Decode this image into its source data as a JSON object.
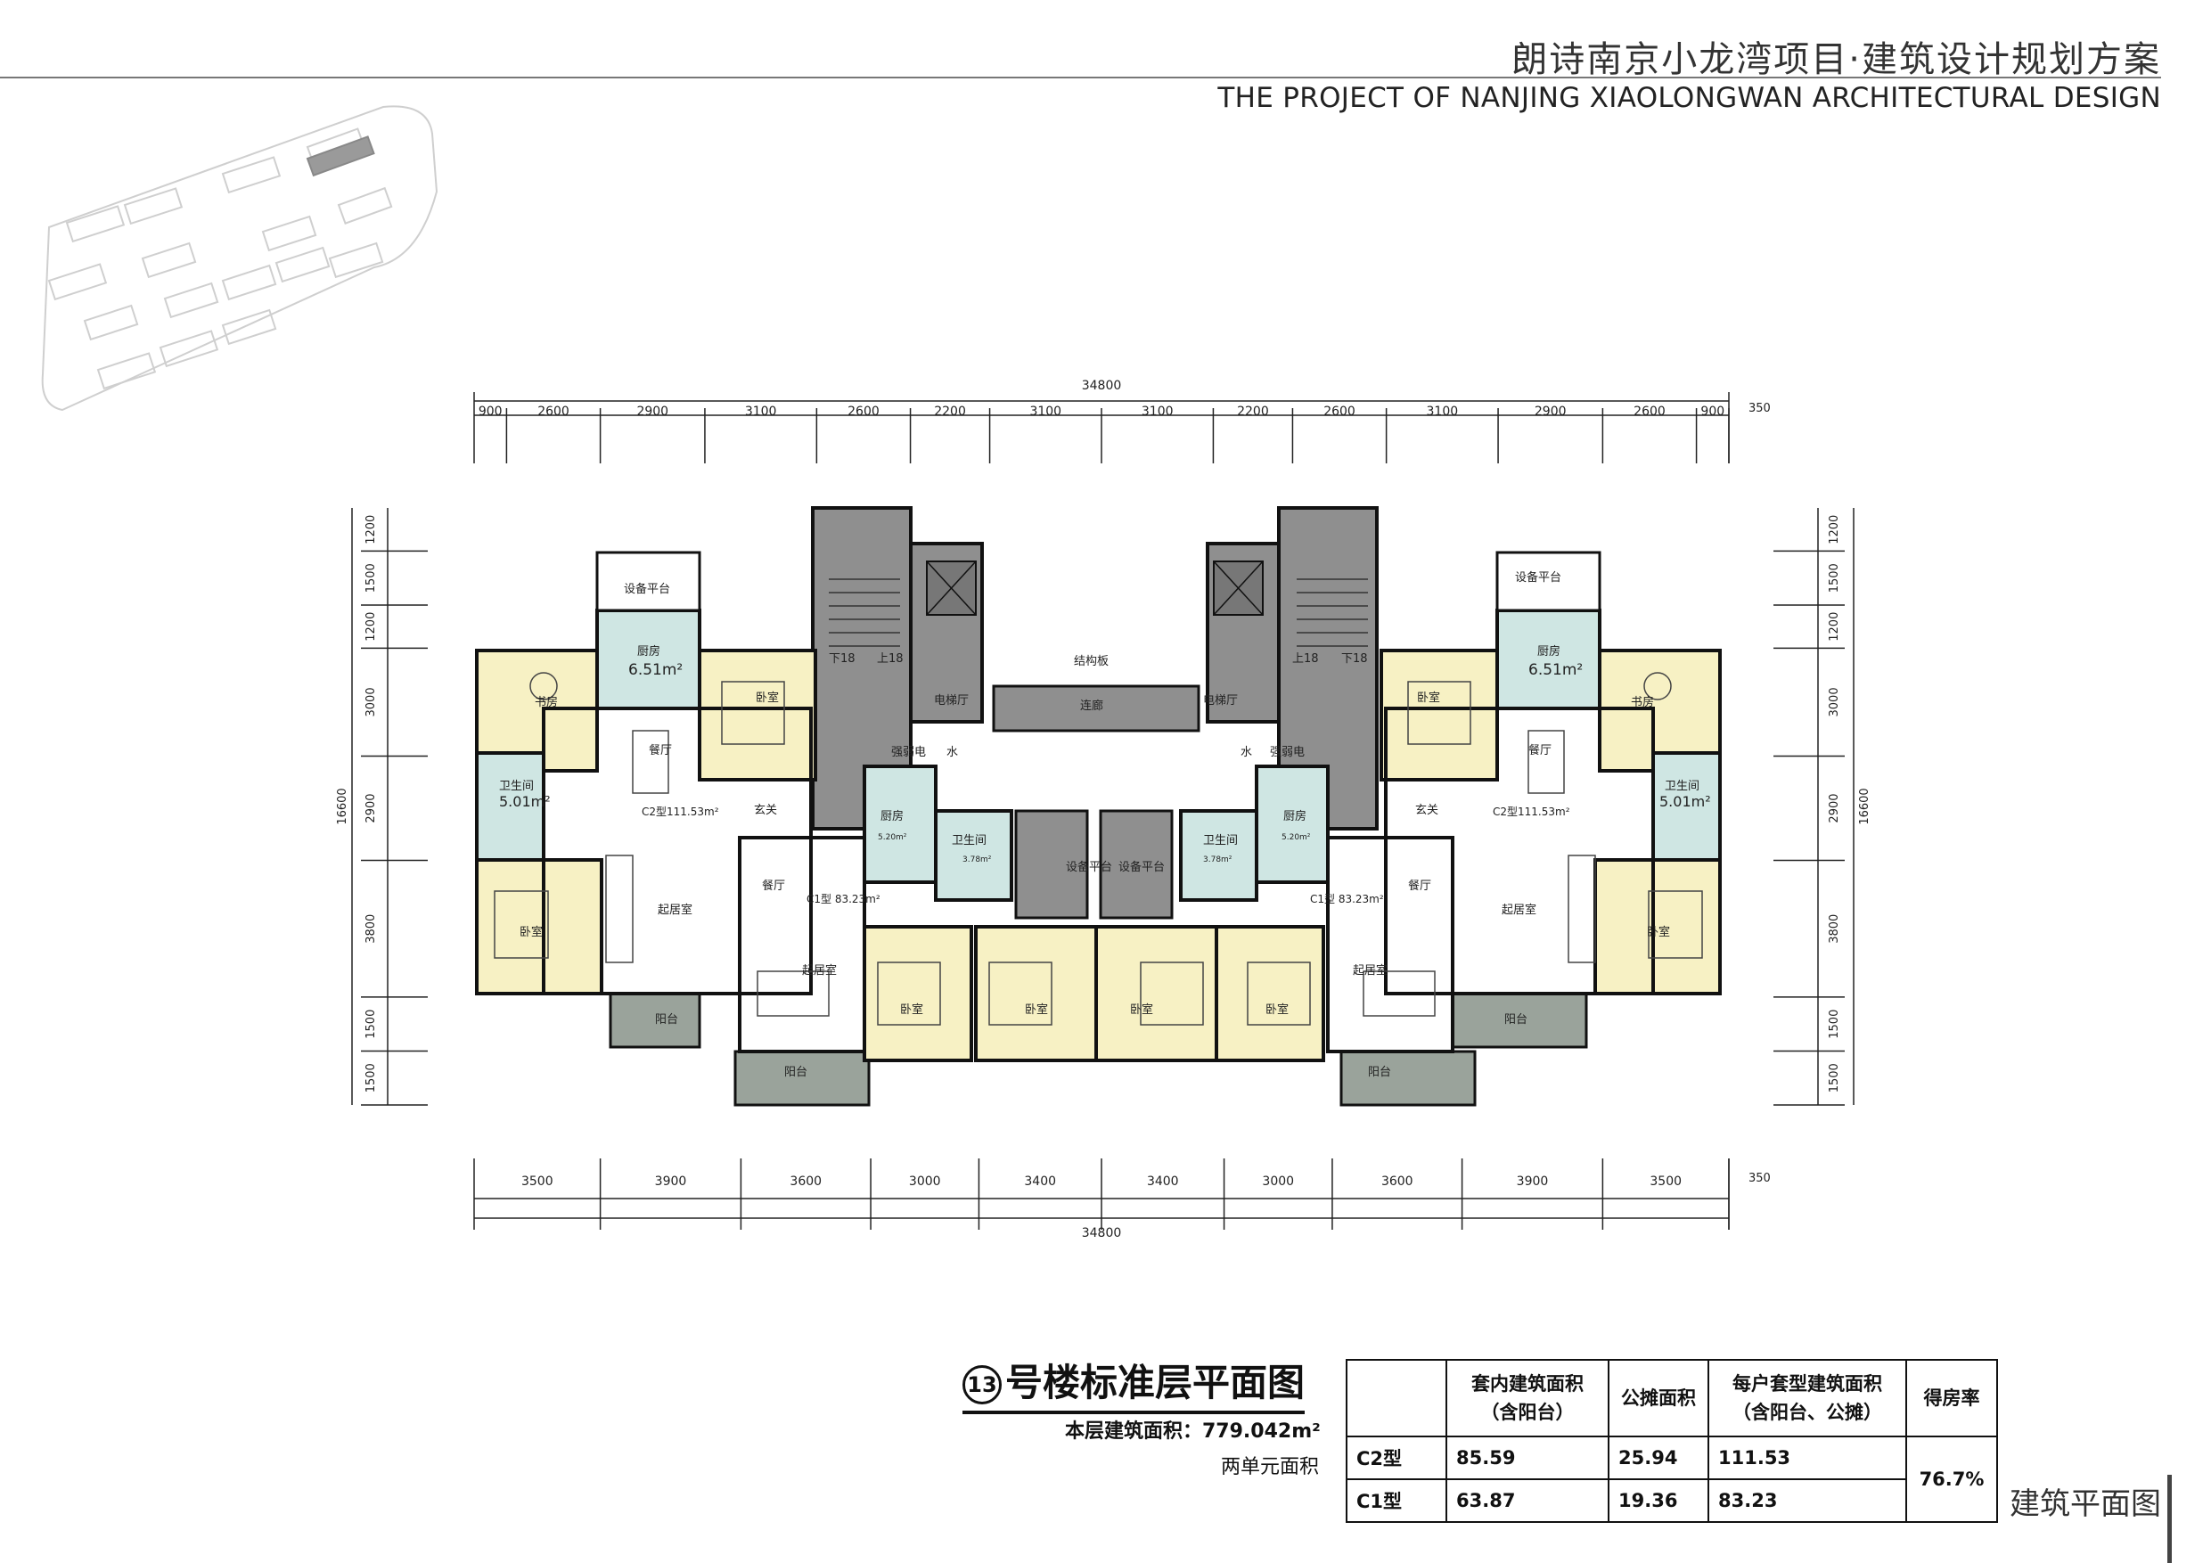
{
  "header": {
    "title_cn": "朗诗南京小龙湾项目·建筑设计规划方案",
    "title_en": "THE PROJECT OF NANJING XIAOLONGWAN ARCHITECTURAL DESIGN"
  },
  "dimensions": {
    "top_total": "34800",
    "top_segments": [
      "900",
      "2600",
      "2900",
      "3100",
      "2600",
      "2200",
      "3100",
      "3100",
      "2200",
      "2600",
      "3100",
      "2900",
      "2600",
      "900"
    ],
    "top_extra": "350",
    "bottom_total": "34800",
    "bottom_segments": [
      "3500",
      "3900",
      "3600",
      "3000",
      "3400",
      "3400",
      "3000",
      "3600",
      "3900",
      "3500"
    ],
    "bottom_extra": "350",
    "left_total": "16600",
    "left_segments": [
      "1200",
      "1500",
      "1200",
      "3000",
      "2900",
      "3800",
      "1500",
      "1500"
    ],
    "right_total": "16600",
    "right_segments": [
      "1200",
      "1500",
      "1200",
      "3000",
      "2900",
      "3800",
      "1500",
      "1500"
    ]
  },
  "rooms": {
    "kitchen": "厨房",
    "kitchen_area": "6.51m²",
    "study": "书房",
    "bedroom": "卧室",
    "dining": "餐厅",
    "bath": "卫生间",
    "bath_area": "5.01m²",
    "living": "起居室",
    "entry": "玄关",
    "balcony": "阳台",
    "equip": "设备平台",
    "elevator_hall": "电梯厅",
    "struct_slab": "结构板",
    "corridor": "连廊",
    "elec": "强弱电",
    "water": "水",
    "down": "下18",
    "up": "上18",
    "c2_label": "C2型111.53m²",
    "c1_label": "C1型  83.23m²",
    "c1_kitchen_area": "5.20m²",
    "c1_bath_area": "3.78m²",
    "c1_bath_area_right": "3.78m²"
  },
  "plan_title": {
    "number": "13",
    "text": "号楼标准层平面图",
    "floor_area": "本层建筑面积：779.042m²",
    "two_units": "两单元面积"
  },
  "area_table": {
    "headers": [
      "",
      "套内建筑面积\n（含阳台）",
      "公摊面积",
      "每户套型建筑面积\n（含阳台、公摊）",
      "得房率"
    ],
    "rows": [
      {
        "type": "C2型",
        "inner": "85.59",
        "shared": "25.94",
        "total": "111.53",
        "ratio": "76.7%"
      },
      {
        "type": "C1型",
        "inner": "63.87",
        "shared": "19.36",
        "total": "83.23"
      }
    ]
  },
  "footer": {
    "label": "建筑平面图"
  },
  "colors": {
    "bedroom": "#f7f1c4",
    "wet": "#cfe6e3",
    "core": "#8f8f8f",
    "balcony": "#9aa39b",
    "wall": "#111111"
  }
}
